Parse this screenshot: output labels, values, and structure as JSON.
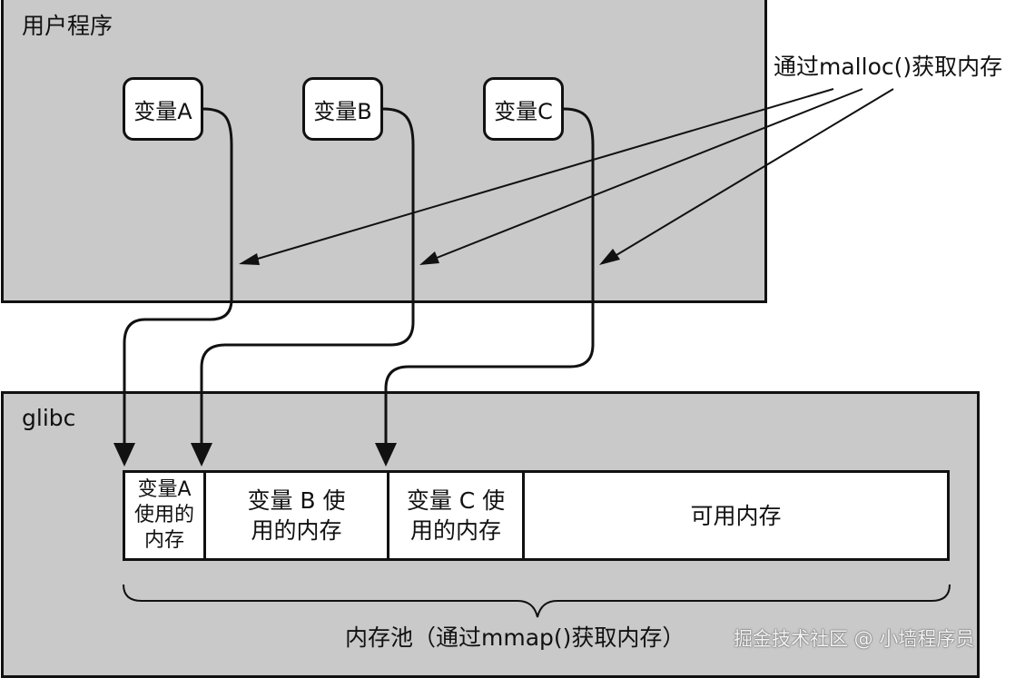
{
  "user_program": {
    "title": "用户程序"
  },
  "variables": [
    {
      "label": "变量A"
    },
    {
      "label": "变量B"
    },
    {
      "label": "变量C"
    }
  ],
  "malloc_note": "通过malloc()获取内存",
  "glibc": {
    "title": "glibc"
  },
  "memory_pool": {
    "cells": [
      {
        "text": "变量A\n使用的\n内存"
      },
      {
        "text": "变量 B 使\n用的内存"
      },
      {
        "text": "变量 C 使\n用的内存"
      },
      {
        "text": "可用内存"
      }
    ],
    "label": "内存池（通过mmap()获取内存）"
  },
  "watermark": "掘金技术社区 @ 小墙程序员"
}
